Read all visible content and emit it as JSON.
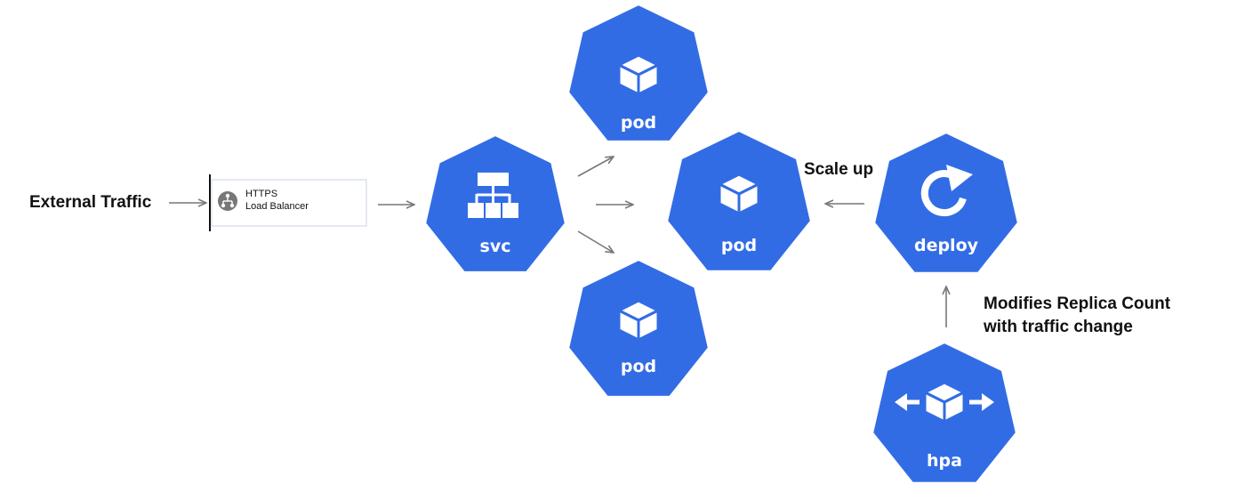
{
  "labels": {
    "external_traffic": "External Traffic",
    "scale_up": "Scale up",
    "modifies_line1": "Modifies Replica Count",
    "modifies_line2": "with traffic change"
  },
  "load_balancer": {
    "line1": "HTTPS",
    "line2": "Load Balancer"
  },
  "nodes": {
    "svc": "svc",
    "pod_top": "pod",
    "pod_center": "pod",
    "pod_bottom": "pod",
    "deploy": "deploy",
    "hpa": "hpa"
  },
  "colors": {
    "node_fill": "#326CE5",
    "node_border": "#ffffff",
    "arrow": "#777777",
    "text": "#111111"
  }
}
